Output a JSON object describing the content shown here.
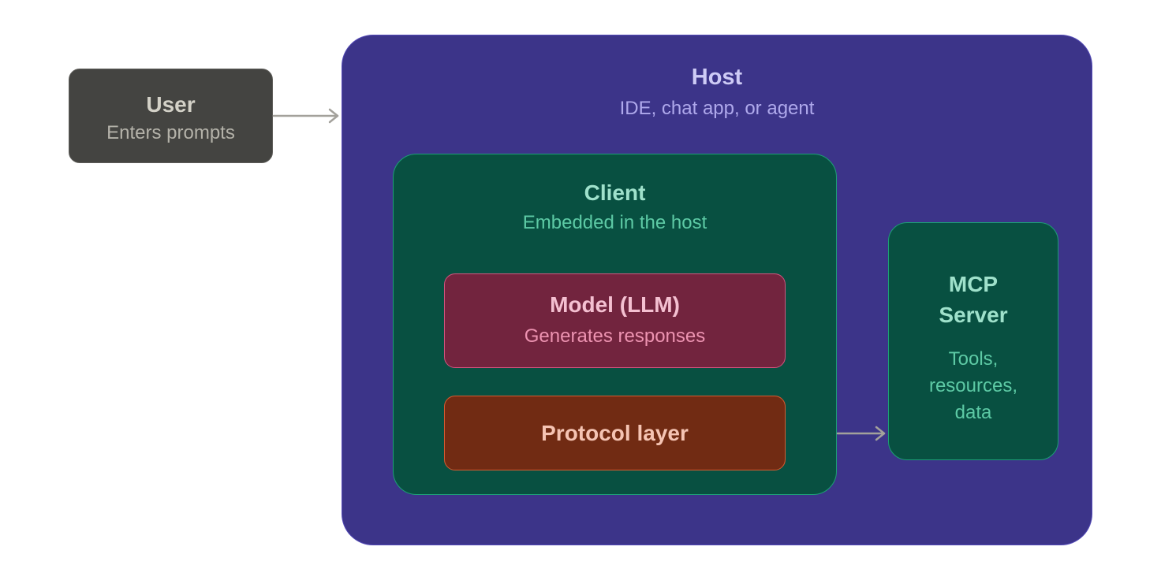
{
  "user": {
    "title": "User",
    "subtitle": "Enters prompts"
  },
  "host": {
    "title": "Host",
    "subtitle": "IDE, chat app, or agent"
  },
  "client": {
    "title": "Client",
    "subtitle": "Embedded in the host"
  },
  "model": {
    "title": "Model (LLM)",
    "subtitle": "Generates responses"
  },
  "protocol": {
    "title": "Protocol layer"
  },
  "server": {
    "title_line1": "MCP",
    "title_line2": "Server",
    "desc_line1": "Tools,",
    "desc_line2": "resources,",
    "desc_line3": "data"
  },
  "colors": {
    "arrow": "#a3a19b",
    "host": "#3c3489",
    "client": "#085041",
    "model": "#72243e",
    "protocol": "#712b13",
    "user": "#444441"
  }
}
